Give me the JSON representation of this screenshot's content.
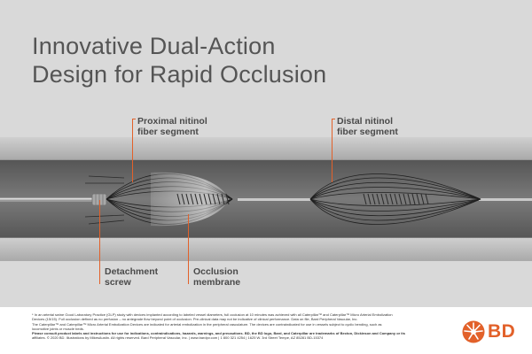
{
  "title": {
    "line1": "Innovative Dual-Action",
    "line2": "Design for Rapid Occlusion"
  },
  "labels": {
    "proximal": {
      "line1": "Proximal nitinol",
      "line2": "fiber segment"
    },
    "distal": {
      "line1": "Distal nitinol",
      "line2": "fiber segment"
    },
    "detachment": {
      "line1": "Detachment",
      "line2": "screw"
    },
    "occlusion": {
      "line1": "Occlusion",
      "line2": "membrane"
    }
  },
  "colors": {
    "accent": "#e2612a",
    "background": "#d9d9d9",
    "title_text": "#555555",
    "label_text": "#4a4a4a",
    "vessel_wall": "#b8b8b8",
    "vessel_lumen": "#6b6b6b"
  },
  "footer": {
    "line1": "* In an arterial swine Good Laboratory Practice (GLP) study with devices implanted according to labeled vessel diameters, full occlusion at 10 minutes was achieved with all Caterpillar™ and Caterpillar™ Micro Arterial Embolization",
    "line2": "Devices (15/15). Full occlusion defined as no perfusion – no antegrade flow beyond point of occlusion. Pre-clinical data may not be indicative of clinical performance. Data on file, Bard Peripheral Vascular, Inc.",
    "line3": "The Caterpillar™ and Caterpillar™ Micro Arterial Embolization Devices are indicated for arterial embolization in the peripheral vasculature. The devices are contraindicated for use in vessels subject to cyclic bending, such as",
    "line4": "locomotive joints or muscle beds.",
    "line5": "Please consult product labels and instructions for use for indications, contraindications, hazards, warnings, and precautions. BD, the BD logo, Bard, and Caterpillar are trademarks of Becton, Dickinson and Company or its",
    "line6": "affiliates. © 2020 BD. Illustrations by MikesAustin. All rights reserved. Bard Peripheral Vascular, Inc. | www.bardpv.com | 1 800 321 4254 | 1625 W. 3rd Street Tempe, AZ 85281 BD-15374"
  },
  "logo": {
    "text": "BD",
    "icon": "bd-sunburst-icon"
  }
}
